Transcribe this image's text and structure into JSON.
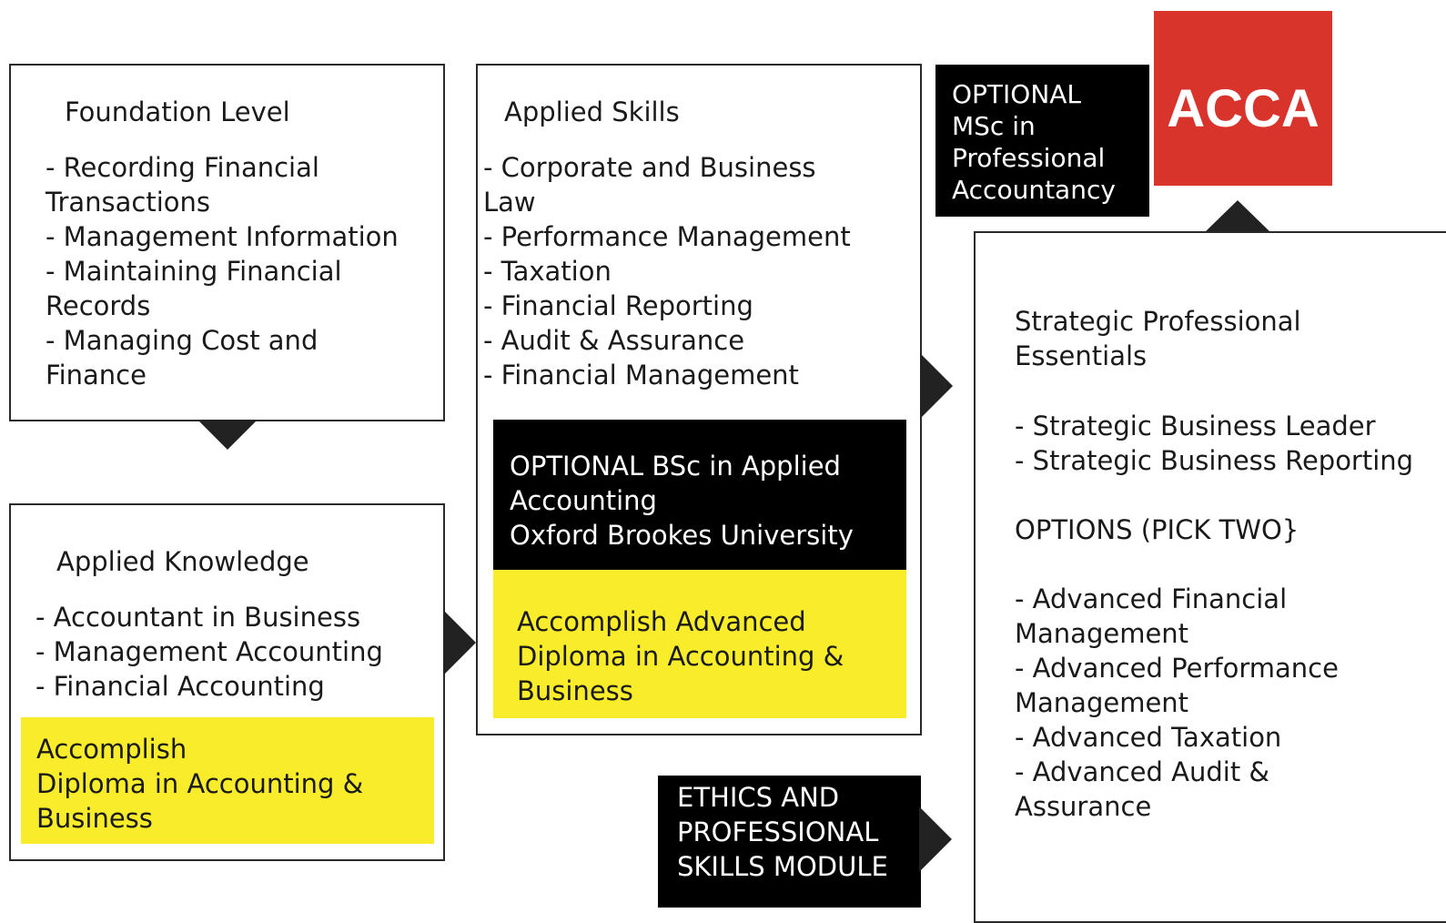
{
  "logo": {
    "text": "ACCA",
    "color": "#d9342b"
  },
  "foundation": {
    "title": "Foundation Level",
    "items": [
      "- Recording Financial\n  Transactions",
      "- Management Information",
      "- Maintaining Financial\n  Records",
      "- Managing Cost and\n  Finance"
    ]
  },
  "applied_knowledge": {
    "title": "Applied Knowledge",
    "items": [
      "- Accountant in Business",
      "- Management Accounting",
      "- Financial Accounting"
    ],
    "highlight": "Accomplish\nDiploma in Accounting &\nBusiness"
  },
  "applied_skills": {
    "title": "Applied Skills",
    "items": [
      "- Corporate and Business\n  Law",
      "- Performance Management",
      "- Taxation",
      "- Financial Reporting",
      "- Audit & Assurance",
      "- Financial Management"
    ],
    "optional": "OPTIONAL BSc in Applied\nAccounting\nOxford Brookes University",
    "highlight": "Accomplish Advanced\nDiploma in Accounting &\nBusiness"
  },
  "msc": {
    "text": "OPTIONAL\nMSc in\nProfessional\nAccountancy"
  },
  "ethics": {
    "text": "ETHICS AND\nPROFESSIONAL\nSKILLS MODULE"
  },
  "strategic": {
    "title": "Strategic Professional\nEssentials",
    "essentials": [
      "- Strategic Business Leader",
      "- Strategic Business Reporting"
    ],
    "options_title": "OPTIONS (PICK TWO}",
    "options": [
      "- Advanced Financial\n  Management",
      "- Advanced Performance\n  Management",
      "- Advanced Taxation",
      "- Advanced Audit &\n  Assurance"
    ]
  },
  "colors": {
    "highlight": "#f9ec2a",
    "black": "#000000",
    "border": "#2a2a2a"
  }
}
